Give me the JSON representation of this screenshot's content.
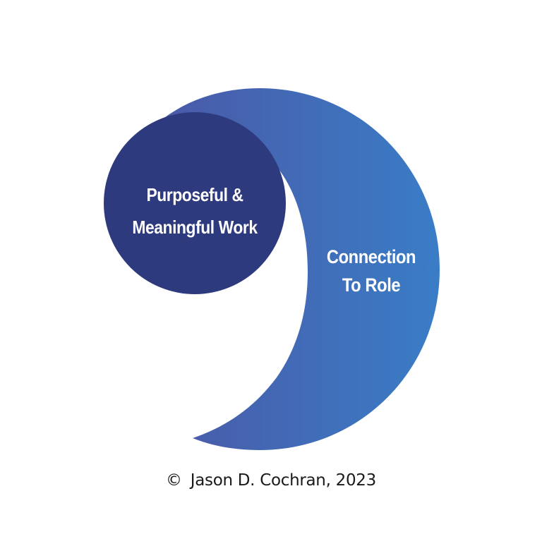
{
  "diagram": {
    "inner_circle": {
      "label_line1": "Purposeful &",
      "label_line2": "Meaningful Work",
      "color": "#2e3a7e"
    },
    "outer_crescent": {
      "label_line1": "Connection",
      "label_line2": "To Role",
      "gradient_start": "#4a57a6",
      "gradient_end": "#3a7bc4"
    },
    "text_color": "#ffffff"
  },
  "footer": {
    "copyright_symbol": "©",
    "copyright_text": "Jason D. Cochran, 2023"
  }
}
